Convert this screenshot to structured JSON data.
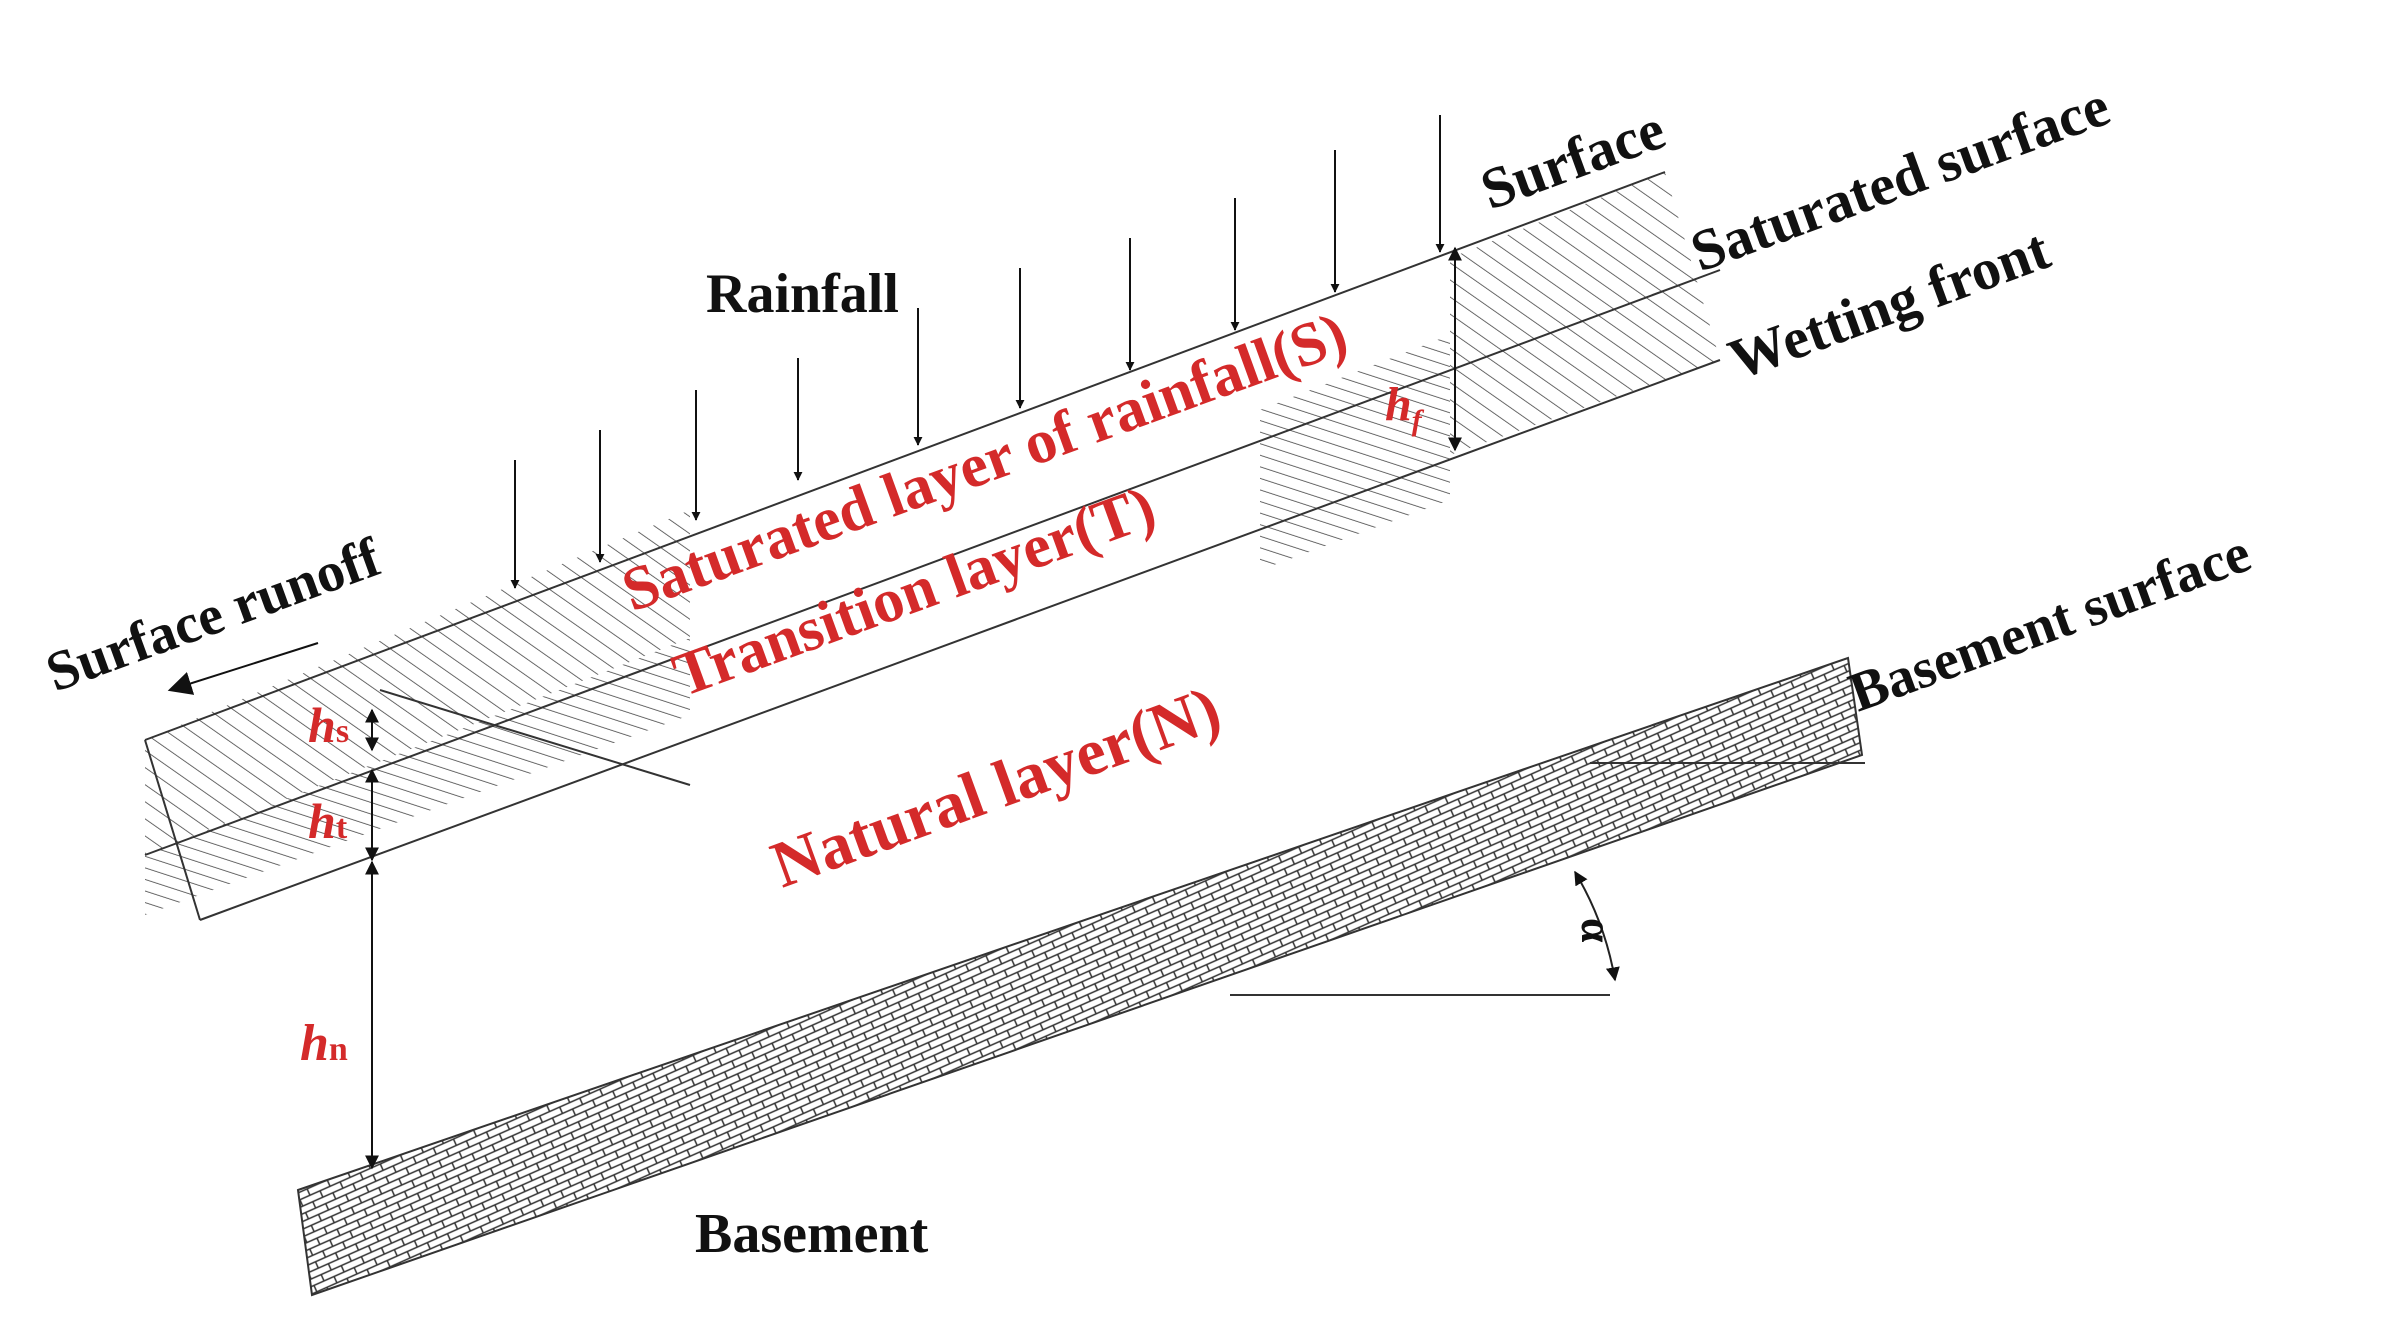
{
  "labels": {
    "rainfall": "Rainfall",
    "surface": "Surface",
    "saturated_surface": "Saturated surface",
    "wetting_front": "Wetting front",
    "surface_runoff": "Surface runoff",
    "basement_surface": "Basement surface",
    "basement": "Basement"
  },
  "layers": {
    "saturated": "Saturated layer of rainfall(S)",
    "transition": "Transition layer(T)",
    "natural": "Natural layer(N)"
  },
  "dimensions": {
    "h_f": {
      "base": "h",
      "sub": "f"
    },
    "h_s": {
      "base": "h",
      "sub": "s"
    },
    "h_t": {
      "base": "h",
      "sub": "t"
    },
    "h_n": {
      "base": "h",
      "sub": "n"
    },
    "angle": "α"
  },
  "colors": {
    "label": "#111111",
    "layer_label": "#d42a2a",
    "line": "#333333",
    "hatch": "#555555"
  }
}
